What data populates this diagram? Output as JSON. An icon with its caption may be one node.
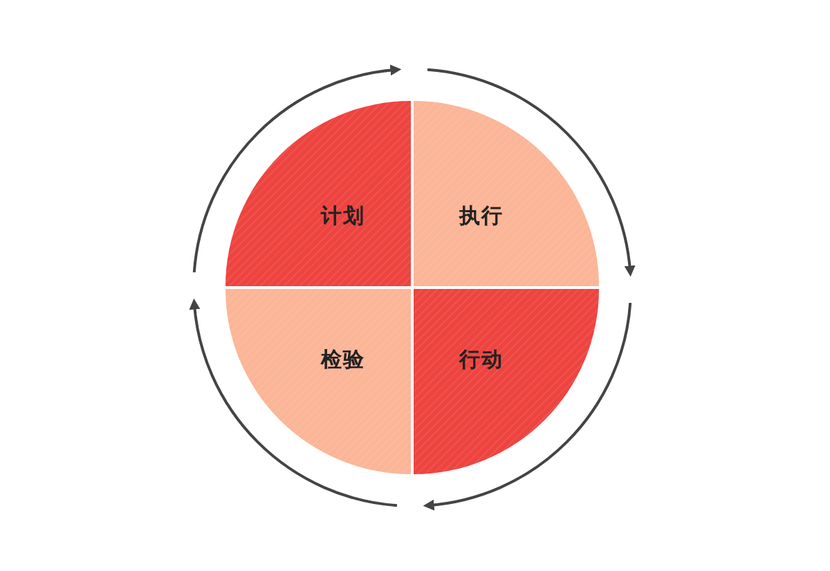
{
  "diagram": {
    "nodes": [
      {
        "text": [
          "计划"
        ]
      },
      {
        "text": [
          "执行"
        ]
      },
      {
        "text": [
          "检验"
        ]
      },
      {
        "text": [
          "行动"
        ]
      }
    ]
  }
}
